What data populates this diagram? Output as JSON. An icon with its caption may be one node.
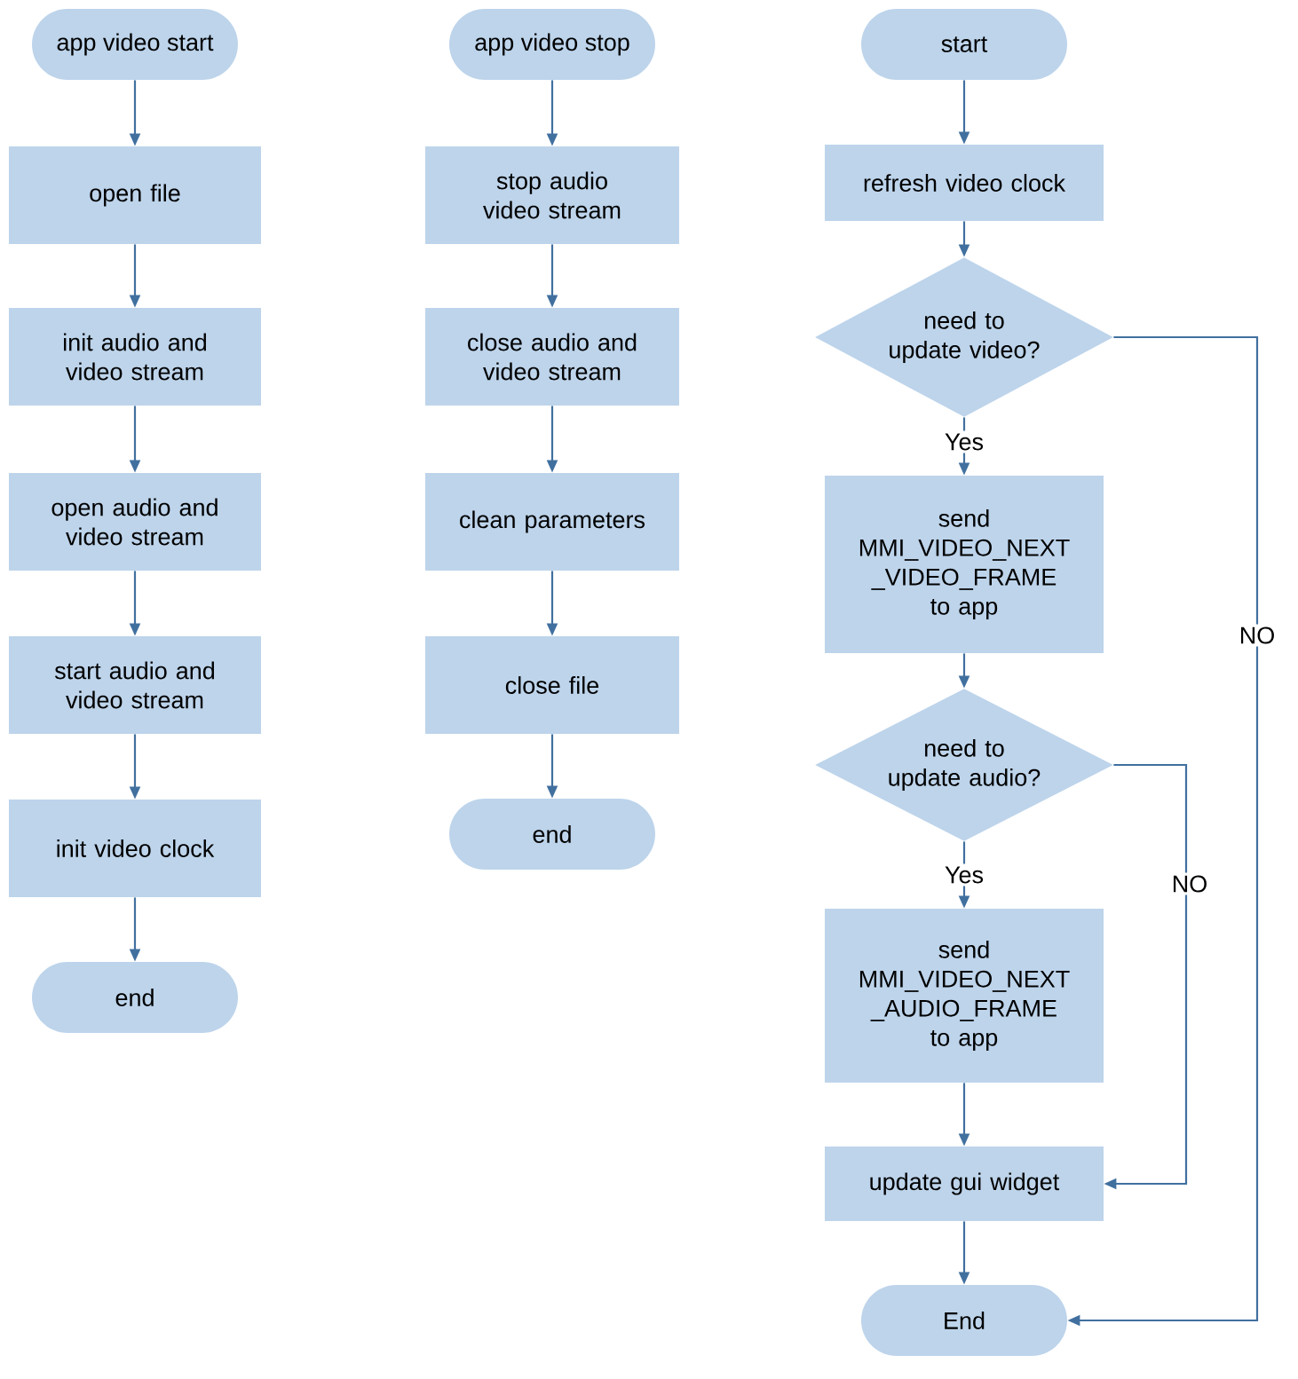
{
  "diagram": {
    "nodes": [
      {
        "text": [
          "app video start"
        ]
      },
      {
        "text": [
          "open file"
        ]
      },
      {
        "text": [
          "init audio and video stream"
        ]
      },
      {
        "text": [
          "open audio and video stream"
        ]
      },
      {
        "text": [
          "start audio and video stream"
        ]
      },
      {
        "text": [
          "init video clock"
        ]
      },
      {
        "text": [
          "end"
        ]
      },
      {
        "text": [
          "app video stop"
        ]
      },
      {
        "text": [
          "stop audio video stream"
        ]
      },
      {
        "text": [
          "close audio and video stream"
        ]
      },
      {
        "text": [
          "clean parameters"
        ]
      },
      {
        "text": [
          "close file"
        ]
      },
      {
        "text": [
          "end"
        ]
      },
      {
        "text": [
          "start"
        ]
      },
      {
        "text": [
          "refresh video clock"
        ]
      },
      {
        "text": [
          "need to update video?"
        ]
      },
      {
        "text": [
          "send MMI_VIDEO_NEXT _VIDEO_FRAME to app"
        ]
      },
      {
        "text": [
          "need to update audio?"
        ]
      },
      {
        "text": [
          "send MMI_VIDEO_NEXT _AUDIO_FRAME to app"
        ]
      },
      {
        "text": [
          "update gui widget"
        ]
      },
      {
        "text": [
          "End"
        ]
      }
    ],
    "edges": [
      {
        "from": 0,
        "to": 1,
        "arrow": "to"
      },
      {
        "from": 1,
        "to": 2,
        "arrow": "to"
      },
      {
        "from": 2,
        "to": 3,
        "arrow": "to"
      },
      {
        "from": 3,
        "to": 4,
        "arrow": "to"
      },
      {
        "from": 4,
        "to": 5,
        "arrow": "to"
      },
      {
        "from": 5,
        "to": 6,
        "arrow": "to"
      },
      {
        "from": 7,
        "to": 8,
        "arrow": "to"
      },
      {
        "from": 8,
        "to": 9,
        "arrow": "to"
      },
      {
        "from": 9,
        "to": 10,
        "arrow": "to"
      },
      {
        "from": 10,
        "to": 11,
        "arrow": "to"
      },
      {
        "from": 11,
        "to": 12,
        "arrow": "to"
      },
      {
        "from": 13,
        "to": 14,
        "arrow": "to"
      },
      {
        "from": 14,
        "to": 15,
        "arrow": "to"
      },
      {
        "from": 15,
        "to": 16,
        "arrow": "to",
        "label": "Yes"
      },
      {
        "from": 16,
        "to": 17,
        "arrow": "to"
      },
      {
        "from": 17,
        "to": 18,
        "arrow": "to",
        "label": "Yes"
      },
      {
        "from": 18,
        "to": 19,
        "arrow": "to"
      },
      {
        "from": 19,
        "to": 20,
        "arrow": "to"
      },
      {
        "from": 15,
        "to": 20,
        "arrow": "to",
        "label": "NO"
      },
      {
        "from": 17,
        "to": 19,
        "arrow": "to",
        "label": "NO"
      }
    ]
  }
}
